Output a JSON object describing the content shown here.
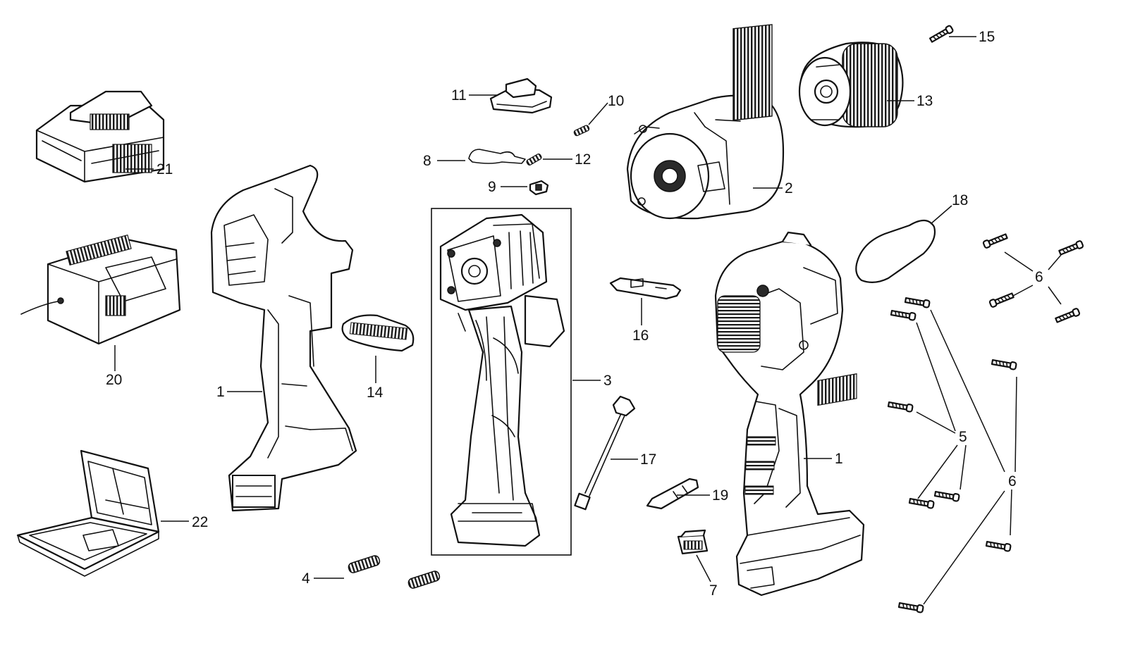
{
  "callouts": {
    "c1a": "1",
    "c1b": "1",
    "c2": "2",
    "c3": "3",
    "c4": "4",
    "c5": "5",
    "c6a": "6",
    "c6b": "6",
    "c7": "7",
    "c8": "8",
    "c9": "9",
    "c10": "10",
    "c11": "11",
    "c12": "12",
    "c13": "13",
    "c14": "14",
    "c15": "15",
    "c16": "16",
    "c17": "17",
    "c18": "18",
    "c19": "19",
    "c20": "20",
    "c21": "21",
    "c22": "22"
  },
  "colors": {
    "line": "#111111",
    "background": "#ffffff"
  }
}
